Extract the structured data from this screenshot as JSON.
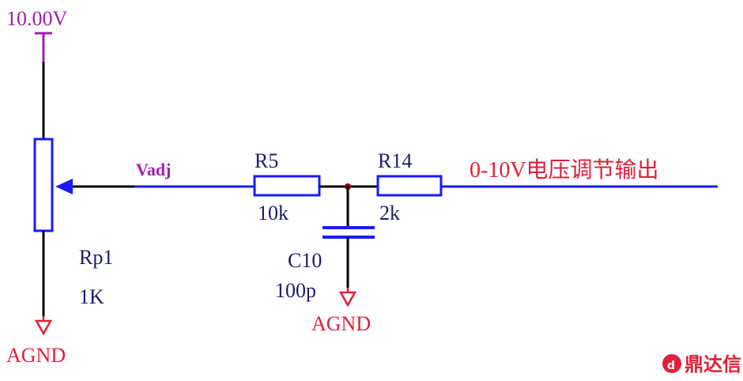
{
  "supply": {
    "label": "10.00V",
    "color": "#a020b0"
  },
  "net_label": "Vadj",
  "potentiometer": {
    "ref": "Rp1",
    "value": "1K"
  },
  "resistor_r5": {
    "ref": "R5",
    "value": "10k"
  },
  "resistor_r14": {
    "ref": "R14",
    "value": "2k"
  },
  "capacitor_c10": {
    "ref": "C10",
    "value": "100p"
  },
  "ground_labels": {
    "pot": "AGND",
    "cap": "AGND"
  },
  "output_label": "0-10V电压调节输出",
  "watermark": {
    "text": "鼎达信"
  },
  "colors": {
    "wire": "#000000",
    "component": "#1a1aff",
    "ground": "#e0203a",
    "label": "#1c1c6a"
  }
}
